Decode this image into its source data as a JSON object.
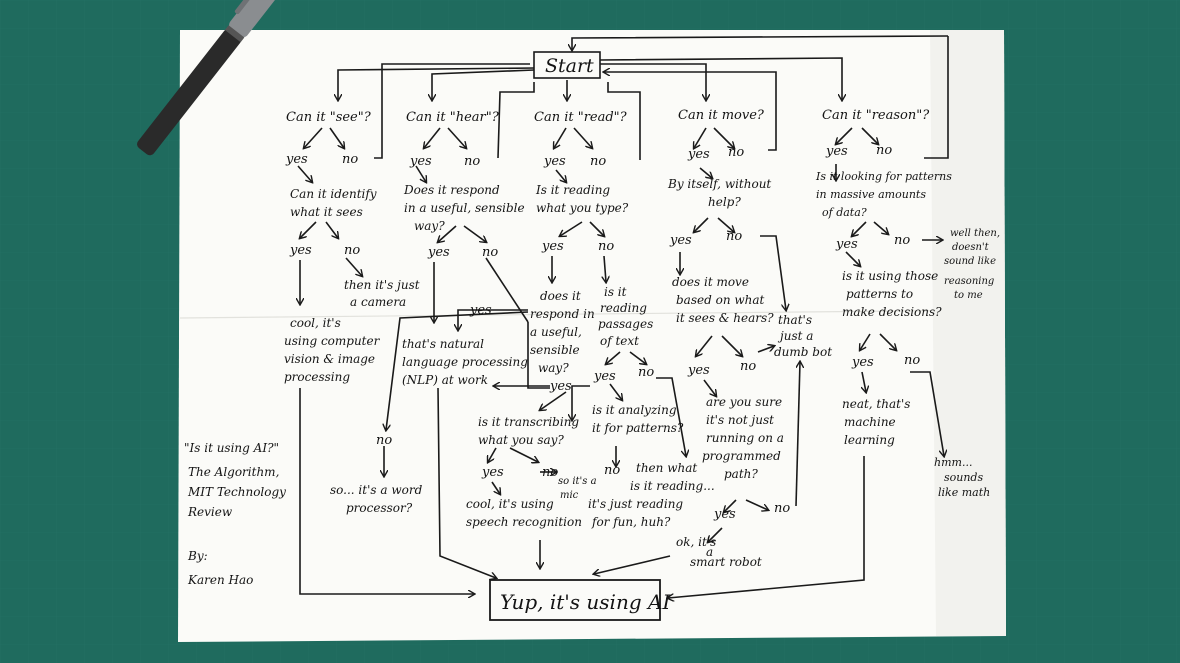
{
  "flowchart": {
    "start": "Start",
    "end": "Yup, it's using AI",
    "see": {
      "question": "Can it \"see\"?",
      "yes": "yes",
      "no": "no",
      "q2": [
        "Can it identify",
        "what it sees"
      ],
      "yes2": "yes",
      "no2": "no",
      "result_yes": [
        "cool, it's",
        "using computer",
        "vision & image",
        "processing"
      ],
      "result_no": [
        "then it's just",
        "a camera"
      ]
    },
    "hear": {
      "question": "Can it \"hear\"?",
      "yes": "yes",
      "no": "no",
      "q2": [
        "Does it respond",
        "in a useful, sensible",
        "way?"
      ],
      "yes2": "yes",
      "no2": "no",
      "nlp": [
        "that's natural",
        "language processing",
        "(NLP) at work"
      ],
      "q3": [
        "is it transcribing",
        "what you say?"
      ],
      "yes3": "yes",
      "no3": "no",
      "result_yes": [
        "cool, it's using",
        "speech recognition"
      ],
      "result_no": [
        "so it's a",
        "mic"
      ]
    },
    "read": {
      "question": "Can it \"read\"?",
      "yes": "yes",
      "no": "no",
      "q2": [
        "Is it reading",
        "what you type?"
      ],
      "yes2": "yes",
      "no2": "no",
      "q3": [
        "does it",
        "respond in",
        "a useful,",
        "sensible",
        "way?"
      ],
      "yes3": "yes",
      "no3": "no",
      "q4": [
        "is it",
        "reading",
        "passages",
        "of text"
      ],
      "yes4": "yes",
      "no4": "no",
      "q5": [
        "is it analyzing",
        "it for patterns?"
      ],
      "no5": "no",
      "result_no5": [
        "it's just reading",
        "for fun, huh?"
      ],
      "result_then": [
        "then what",
        "is it reading..."
      ],
      "no_word": [
        "no"
      ],
      "word_processor": [
        "so... it's a word",
        "processor?"
      ]
    },
    "move": {
      "question": "Can it move?",
      "yes": "yes",
      "no": "no",
      "q2": [
        "By itself, without",
        "help?"
      ],
      "yes2": "yes",
      "no2": "no",
      "q3": [
        "does it move",
        "based on what",
        "it sees & hears?"
      ],
      "yes3": "yes",
      "no3": "no",
      "dumb_bot": [
        "that's",
        "just a",
        "dumb bot"
      ],
      "q4": [
        "are you sure",
        "it's not just",
        "running on a",
        "programmed",
        "path?"
      ],
      "yes4": "yes",
      "no4": "no",
      "smart_robot": [
        "ok, it's",
        "a",
        "smart robot"
      ]
    },
    "reason": {
      "question": "Can it \"reason\"?",
      "yes": "yes",
      "no": "no",
      "q2": [
        "Is it looking for patterns",
        "in massive amounts",
        "of data?"
      ],
      "yes2": "yes",
      "no2": "no",
      "result_no2": [
        "well then,",
        "doesn't",
        "sound like",
        "reasoning",
        "to me"
      ],
      "q3": [
        "is it using those",
        "patterns to",
        "make decisions?"
      ],
      "yes3": "yes",
      "no3": "no",
      "result_yes3": [
        "neat, that's",
        "machine",
        "learning"
      ],
      "result_no3": [
        "hmm...",
        "sounds",
        "like math"
      ]
    },
    "credit": {
      "lines": [
        "\"Is it using AI?\"",
        "The Algorithm,",
        "MIT Technology",
        "Review"
      ],
      "by": "By:",
      "author": "Karen Hao"
    }
  },
  "colors": {
    "mat": "#1f6b5e",
    "paper": "#fbfbf8",
    "ink": "#141414",
    "pen_body": "#2a2a2a",
    "pen_cap": "#8a8d90"
  }
}
